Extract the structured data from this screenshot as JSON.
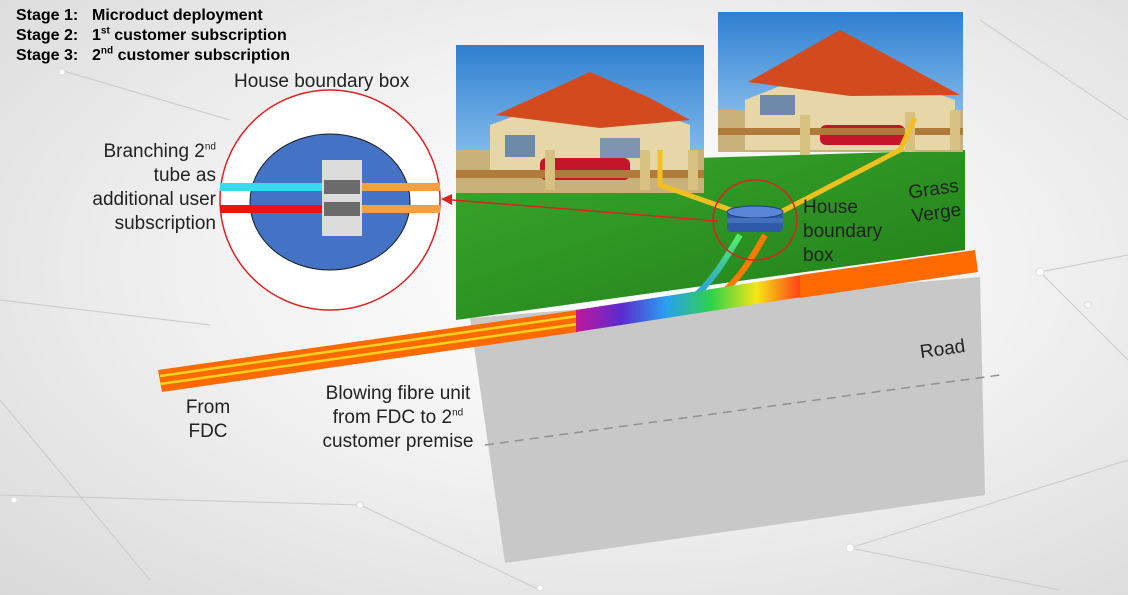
{
  "stages": [
    {
      "label": "Stage 1:",
      "text": "Microduct deployment"
    },
    {
      "label": "Stage 2:",
      "text_parts": [
        "1",
        "st",
        " customer subscription"
      ]
    },
    {
      "label": "Stage 3:",
      "text_parts": [
        "2",
        "nd",
        " customer subscription"
      ]
    }
  ],
  "labels": {
    "house_boundary_box_title": "House boundary box",
    "branching": [
      "Branching 2",
      "nd",
      "tube as",
      "additional user",
      "subscription"
    ],
    "house_boundary_box_scene": [
      "House",
      "boundary",
      "box"
    ],
    "grass_verge": [
      "Grass",
      "Verge"
    ],
    "road": "Road",
    "from_fdc": [
      "From",
      "FDC"
    ],
    "blowing_fibre": [
      "Blowing fibre unit",
      "from FDC to 2",
      "nd",
      "customer premise"
    ]
  },
  "colors": {
    "grass": "#2e9a22",
    "road": "#c8c8c8",
    "duct_orange": "#ff6a00",
    "fibre_yellow": "#ffd21f",
    "box_blue": "#4472c4",
    "ring_red": "#e02020",
    "tube_cyan": "#33ddee",
    "tube_red": "#ee1111",
    "tube_orange": "#f7a040",
    "roof": "#d24a1e",
    "sky": "#3f8fd8"
  }
}
